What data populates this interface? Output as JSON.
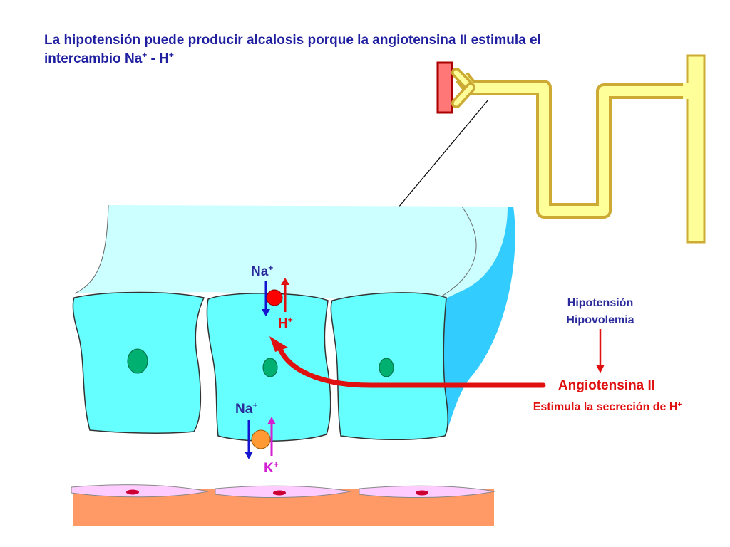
{
  "title": {
    "line1": "La hipotensión puede producir alcalosis porque la angiotensina II estimula el",
    "line2_main": "intercambio Na",
    "line2_plus1": "+",
    "line2_mid": " - H",
    "line2_plus2": "+"
  },
  "ions": {
    "na_top": "Na",
    "h_top": "H",
    "na_bottom": "Na",
    "k_bottom": "K",
    "plus": "+"
  },
  "stimulus": {
    "line1": "Hipotensión",
    "line2": "Hipovolemia"
  },
  "hormone": {
    "name": "Angiotensina II",
    "effect": "Estimula la secreción de H",
    "effect_plus": "+"
  },
  "colors": {
    "title_text": "#1f1fa0",
    "label_blue": "#2a2a9c",
    "red": "#e01010",
    "magenta": "#d21fd2",
    "cell_fill": "#66ffff",
    "lumen_fill": "#ccffff",
    "lumen_edge": "#33ccff",
    "nucleus": "#00b070",
    "pump_na_h": "#ff0000",
    "pump_na_k": "#ff9933",
    "tubule_fill": "#ffff99",
    "tubule_edge": "#ccaa33",
    "glomerulus": "#ff6666",
    "interstitium": "#ff9966",
    "capillary_cell": "#ffccff"
  }
}
